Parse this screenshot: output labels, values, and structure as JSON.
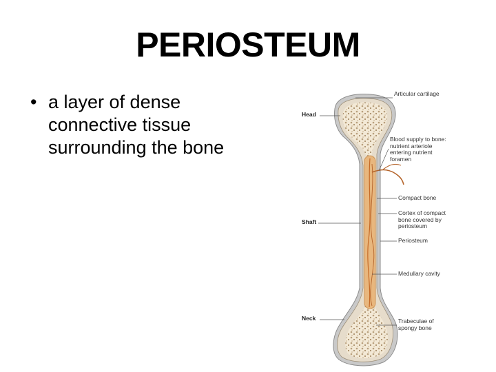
{
  "slide": {
    "title": "PERIOSTEUM",
    "bullets": [
      "a layer of dense connective tissue surrounding the bone"
    ]
  },
  "diagram": {
    "left_labels": {
      "head": "Head",
      "shaft": "Shaft",
      "neck": "Neck"
    },
    "right_labels": {
      "articular_cartilage": "Articular cartilage",
      "blood_supply": [
        "Blood supply to bone:",
        "nutrient arteriole",
        "entering nutrient",
        "foramen"
      ],
      "compact_bone": "Compact bone",
      "cortex": [
        "Cortex of compact",
        "bone covered by",
        "periosteum"
      ],
      "periosteum": "Periosteum",
      "medullary_cavity": "Medullary cavity",
      "trabeculae": [
        "Trabeculae of",
        "spongy bone"
      ]
    },
    "colors": {
      "compact_bone": "#e6dccb",
      "periosteum": "#c9c9c9",
      "spongy_bone": "#f1e6d2",
      "medullary_cavity": "#e8b77e",
      "vessel": "#c56a28"
    }
  }
}
